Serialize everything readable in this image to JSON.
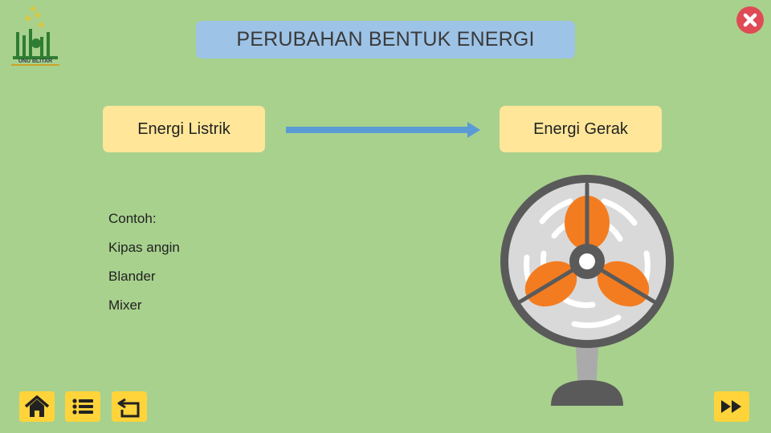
{
  "header": {
    "title": "PERUBAHAN BENTUK ENERGI"
  },
  "logo": {
    "text": "UNU BLITAR",
    "icon": "unu-blitar-logo-icon"
  },
  "conversion": {
    "from_label": "Energi Listrik",
    "to_label": "Energi Gerak",
    "arrow_icon": "right-arrow-icon"
  },
  "examples": {
    "heading": "Contoh:",
    "items": [
      "Kipas angin",
      "Blander",
      "Mixer"
    ]
  },
  "illustration": {
    "icon": "electric-fan-icon"
  },
  "nav": {
    "home_icon": "home-icon",
    "menu_icon": "list-menu-icon",
    "back_icon": "return-icon",
    "next_icon": "fast-forward-icon",
    "close_icon": "close-icon"
  },
  "colors": {
    "background": "#a8d18d",
    "title_box": "#9dc3e6",
    "label_box": "#ffe699",
    "arrow": "#5b9bd5",
    "button": "#ffd43b",
    "close": "#e04a55",
    "fan_blade": "#f47c20"
  }
}
